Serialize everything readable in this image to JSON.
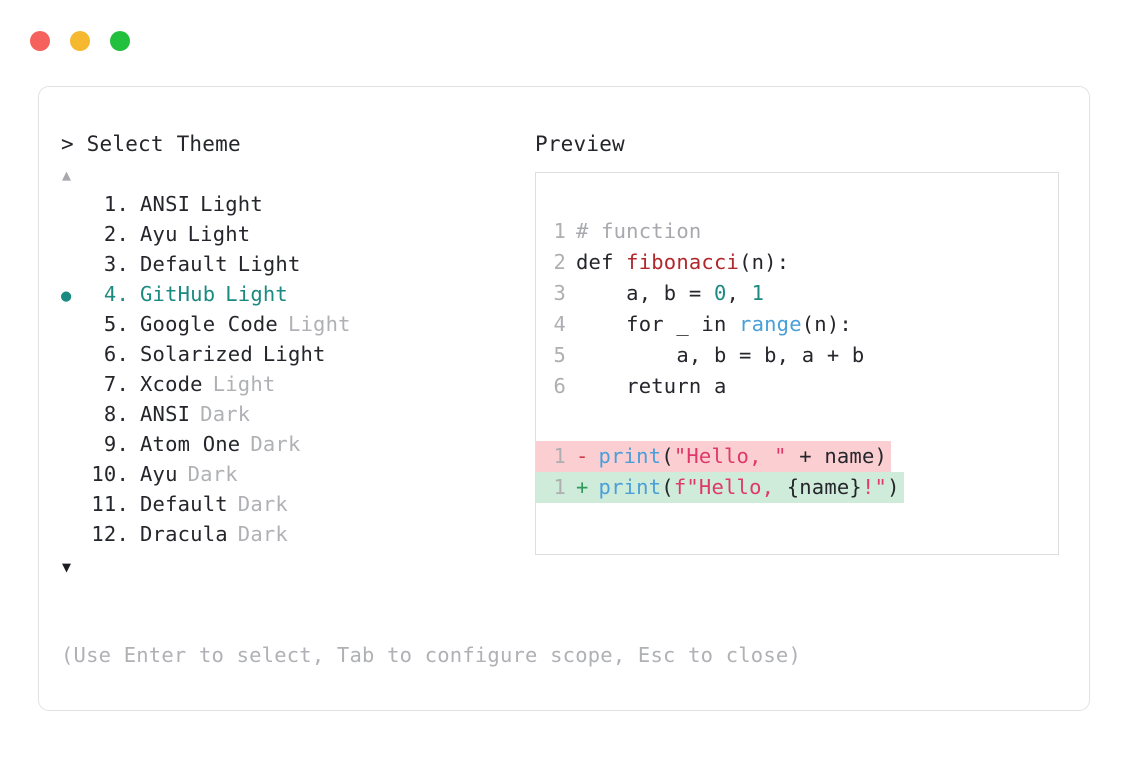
{
  "window": {
    "dots": [
      {
        "name": "close",
        "color": "#f5615c"
      },
      {
        "name": "minimize",
        "color": "#f5b82e"
      },
      {
        "name": "maximize",
        "color": "#22c03c"
      }
    ]
  },
  "picker": {
    "title": "> Select Theme",
    "scroll_up": "▲",
    "scroll_down": "▼",
    "selected_index": 4,
    "bullet": "●",
    "items": [
      {
        "index": "1.",
        "name": "ANSI",
        "variant": "Light",
        "variant_muted": false,
        "selected": false
      },
      {
        "index": "2.",
        "name": "Ayu",
        "variant": "Light",
        "variant_muted": false,
        "selected": false
      },
      {
        "index": "3.",
        "name": "Default",
        "variant": "Light",
        "variant_muted": false,
        "selected": false
      },
      {
        "index": "4.",
        "name": "GitHub",
        "variant": "Light",
        "variant_muted": false,
        "selected": true
      },
      {
        "index": "5.",
        "name": "Google Code",
        "variant": "Light",
        "variant_muted": true,
        "selected": false
      },
      {
        "index": "6.",
        "name": "Solarized",
        "variant": "Light",
        "variant_muted": false,
        "selected": false
      },
      {
        "index": "7.",
        "name": "Xcode",
        "variant": "Light",
        "variant_muted": true,
        "selected": false
      },
      {
        "index": "8.",
        "name": "ANSI",
        "variant": "Dark",
        "variant_muted": true,
        "selected": false
      },
      {
        "index": "9.",
        "name": "Atom One",
        "variant": "Dark",
        "variant_muted": true,
        "selected": false
      },
      {
        "index": "10.",
        "name": "Ayu",
        "variant": "Dark",
        "variant_muted": true,
        "selected": false
      },
      {
        "index": "11.",
        "name": "Default",
        "variant": "Dark",
        "variant_muted": true,
        "selected": false
      },
      {
        "index": "12.",
        "name": "Dracula",
        "variant": "Dark",
        "variant_muted": true,
        "selected": false
      }
    ]
  },
  "footer": {
    "hint": "(Use Enter to select, Tab to configure scope, Esc to close)"
  },
  "preview": {
    "title": "Preview",
    "code_lines": [
      {
        "ln": "1",
        "tokens": [
          {
            "t": "# function",
            "c": "comment"
          }
        ]
      },
      {
        "ln": "2",
        "tokens": [
          {
            "t": "def ",
            "c": "plain"
          },
          {
            "t": "fibonacci",
            "c": "func"
          },
          {
            "t": "(n):",
            "c": "plain"
          }
        ]
      },
      {
        "ln": "3",
        "tokens": [
          {
            "t": "    a, b = ",
            "c": "plain"
          },
          {
            "t": "0",
            "c": "num"
          },
          {
            "t": ", ",
            "c": "plain"
          },
          {
            "t": "1",
            "c": "num"
          }
        ]
      },
      {
        "ln": "4",
        "tokens": [
          {
            "t": "    for _ in ",
            "c": "plain"
          },
          {
            "t": "range",
            "c": "builtin"
          },
          {
            "t": "(n):",
            "c": "plain"
          }
        ]
      },
      {
        "ln": "5",
        "tokens": [
          {
            "t": "        a, b = b, a + b",
            "c": "plain"
          }
        ]
      },
      {
        "ln": "6",
        "tokens": [
          {
            "t": "    return a",
            "c": "plain"
          }
        ]
      }
    ],
    "diff_lines": [
      {
        "ln": "1",
        "sign": "-",
        "kind": "del",
        "tokens": [
          {
            "t": "print",
            "c": "builtin"
          },
          {
            "t": "(",
            "c": "plain"
          },
          {
            "t": "\"Hello, \"",
            "c": "str"
          },
          {
            "t": " + name)",
            "c": "plain"
          }
        ]
      },
      {
        "ln": "1",
        "sign": "+",
        "kind": "add",
        "tokens": [
          {
            "t": "print",
            "c": "builtin"
          },
          {
            "t": "(",
            "c": "plain"
          },
          {
            "t": "f\"Hello, ",
            "c": "str"
          },
          {
            "t": "{name}",
            "c": "plain"
          },
          {
            "t": "!\"",
            "c": "str"
          },
          {
            "t": ")",
            "c": "plain"
          }
        ]
      }
    ]
  },
  "colors": {
    "accent_teal": "#1b8a80",
    "muted": "#b0b1b5",
    "text": "#25262b",
    "diff_del_bg": "#fbcfd2",
    "diff_add_bg": "#cfebd9",
    "string": "#e0386b",
    "builtin": "#4a9fd8",
    "function": "#b0282c"
  }
}
